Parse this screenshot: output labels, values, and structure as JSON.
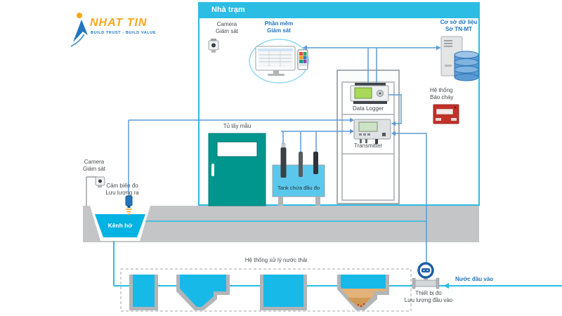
{
  "colors": {
    "accent_cyan": "#2bbde4",
    "signal_blue": "#5b9bd5",
    "treatment_water": "#17b9e8",
    "channel_water": "#00b3e3",
    "cabinet_teal": "#00968e",
    "ground_gray": "#c3c5c7",
    "tank_wall_gray": "#b2b5b7",
    "sediment_tan": "#e2b278",
    "fire_alarm_red": "#c13128",
    "logo_orange": "#f7a61b",
    "logo_blue": "#2176bd",
    "label_dark": "#464b4f"
  },
  "logo": {
    "name": "NHAT TIN",
    "tagline": "BUILD TRUST - BUILD VALUE"
  },
  "station": {
    "title": "Nhà trạm",
    "camera_label": {
      "line1": "Camera",
      "line2": "Giám sát"
    },
    "software_label": {
      "line1": "Phần mềm",
      "line2": "Giám sát"
    },
    "database_label": {
      "line1": "Cơ sở dữ liệu",
      "line2": "Sở TN-MT"
    },
    "fire_alarm_label": {
      "line1": "Hệ thống",
      "line2": "Báo cháy"
    },
    "data_logger_label": "Data Logger",
    "transmitter_label": "Transmitter",
    "sampling_cabinet_label": "Tủ lấy mẫu",
    "probe_tank_label": "Tank chứa đầu đo"
  },
  "outdoor": {
    "camera_label": {
      "line1": "Camera",
      "line2": "Giám sát"
    },
    "outflow_sensor_label": {
      "line1": "Cảm biến đo",
      "line2": "Lưu lượng ra"
    },
    "open_channel_label": "Kênh hở",
    "treatment_label": "Hệ thống xử lý nước thải",
    "inflow_water_label": "Nước đầu vào",
    "inflow_meter_label": {
      "line1": "Thiết bị đo",
      "line2": "Lưu lượng đầu vào"
    }
  }
}
